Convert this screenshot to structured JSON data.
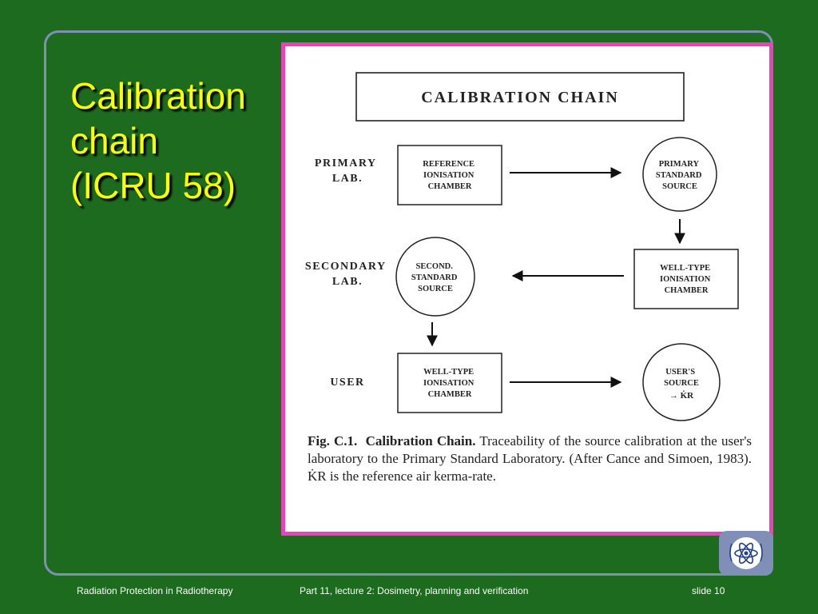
{
  "slide": {
    "title_lines": [
      "Calibration",
      "chain",
      "(ICRU 58)"
    ]
  },
  "diagram": {
    "header": "CALIBRATION CHAIN",
    "rows": {
      "primary": {
        "label_lines": [
          "PRIMARY",
          "LAB."
        ]
      },
      "secondary": {
        "label_lines": [
          "SECONDARY",
          "LAB."
        ]
      },
      "user": {
        "label_lines": [
          "USER"
        ]
      }
    },
    "nodes": {
      "reference_chamber": [
        "REFERENCE",
        "IONISATION",
        "CHAMBER"
      ],
      "primary_source": [
        "PRIMARY",
        "STANDARD",
        "SOURCE"
      ],
      "well_chamber_secondary": [
        "WELL-TYPE",
        "IONISATION",
        "CHAMBER"
      ],
      "second_source": [
        "SECOND.",
        "STANDARD",
        "SOURCE"
      ],
      "well_chamber_user": [
        "WELL-TYPE",
        "IONISATION",
        "CHAMBER"
      ],
      "user_source": [
        "USER'S",
        "SOURCE"
      ],
      "user_source_symbol": "→ K̇R"
    },
    "caption": {
      "fig_label": "Fig. C.1.",
      "fig_title": "Calibration Chain.",
      "text": "Traceability of the source calibration at the user's laboratory to the Primary Standard Laboratory. (After Cance and Simoen, 1983). K̇R is the reference air kerma-rate."
    }
  },
  "footer": {
    "left": "Radiation Protection in Radiotherapy",
    "center": "Part 11, lecture 2: Dosimetry, planning and verification",
    "right": "slide 10"
  },
  "colors": {
    "background": "#1c6b1f",
    "title": "#ffff00",
    "figure_border": "#ee3fbf",
    "frame": "#7f8fb5"
  },
  "icons": {
    "logo": "iaea-logo-icon"
  }
}
